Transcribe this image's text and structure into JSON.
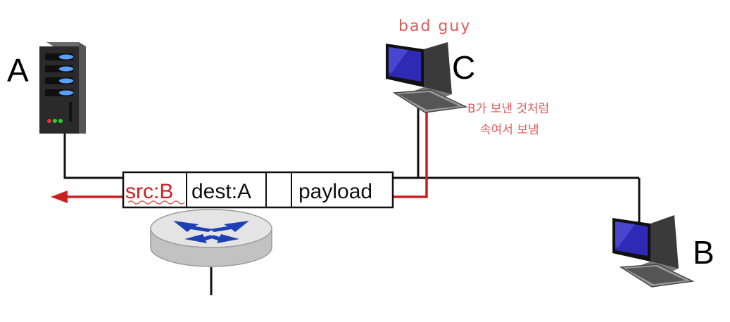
{
  "hosts": {
    "a": {
      "label": "A"
    },
    "b": {
      "label": "B"
    },
    "c": {
      "label": "C"
    }
  },
  "annotations": {
    "bad_guy": "bad guy",
    "spoof_note_line1": "B가 보낸 것처럼",
    "spoof_note_line2": "속여서 보냄"
  },
  "packet": {
    "src": "src:B",
    "dest": "dest:A",
    "empty": "",
    "payload": "payload"
  },
  "colors": {
    "attack_path": "#cc1f1f",
    "link": "#111111",
    "note": "#e05a5a",
    "router_arrows": "#1f3fb5"
  }
}
